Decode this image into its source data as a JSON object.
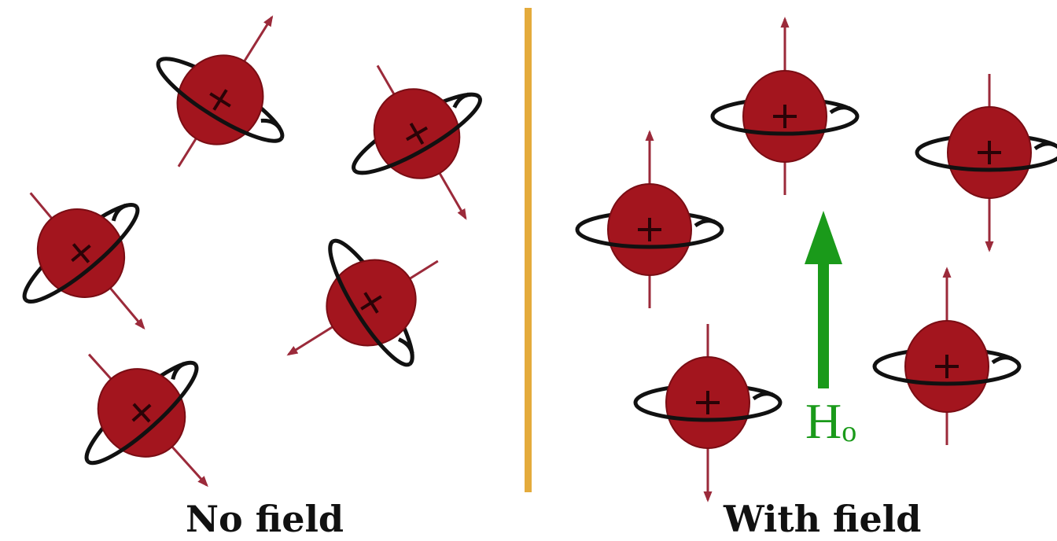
{
  "captions": {
    "left": "No field",
    "right": "With field"
  },
  "field_arrow": {
    "label": "H",
    "subscript": "o",
    "color": "#1a9a1a"
  },
  "colors": {
    "proton_fill": "#a3151e",
    "proton_edge": "#7a0d14",
    "spin_axis": "#9b2a3a",
    "precession_loop": "#111111",
    "divider": "#e4ab3c"
  },
  "icons": {
    "proton": "plus-sign-sphere",
    "spin_direction": "curved-arrow",
    "magnetic_moment": "straight-arrow"
  }
}
